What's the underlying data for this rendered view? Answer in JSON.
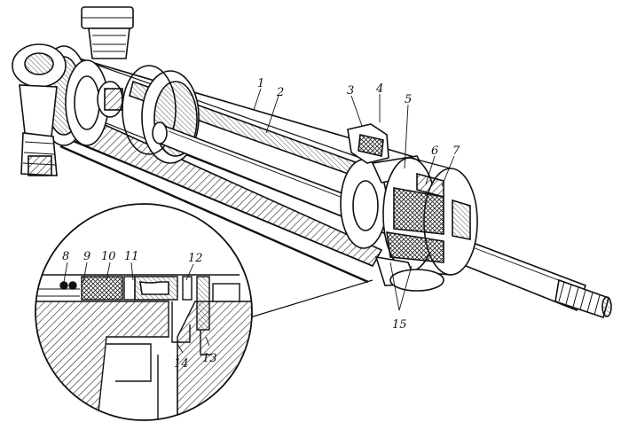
{
  "figure": {
    "kind": "cutaway technical drawing of a hydraulic cylinder with rod, piston and gland seal assembly, with circular magnified inset of the seal area",
    "callouts": {
      "c1": "1",
      "c2": "2",
      "c3": "3",
      "c4": "4",
      "c5": "5",
      "c6": "6",
      "c7": "7",
      "c8": "8",
      "c9": "9",
      "c10": "10",
      "c11": "11",
      "c12": "12",
      "c13": "13",
      "c14": "14",
      "c15": "15"
    }
  },
  "colors": {
    "ink": "#111111",
    "paper": "#ffffff",
    "hatch": "#333333"
  }
}
